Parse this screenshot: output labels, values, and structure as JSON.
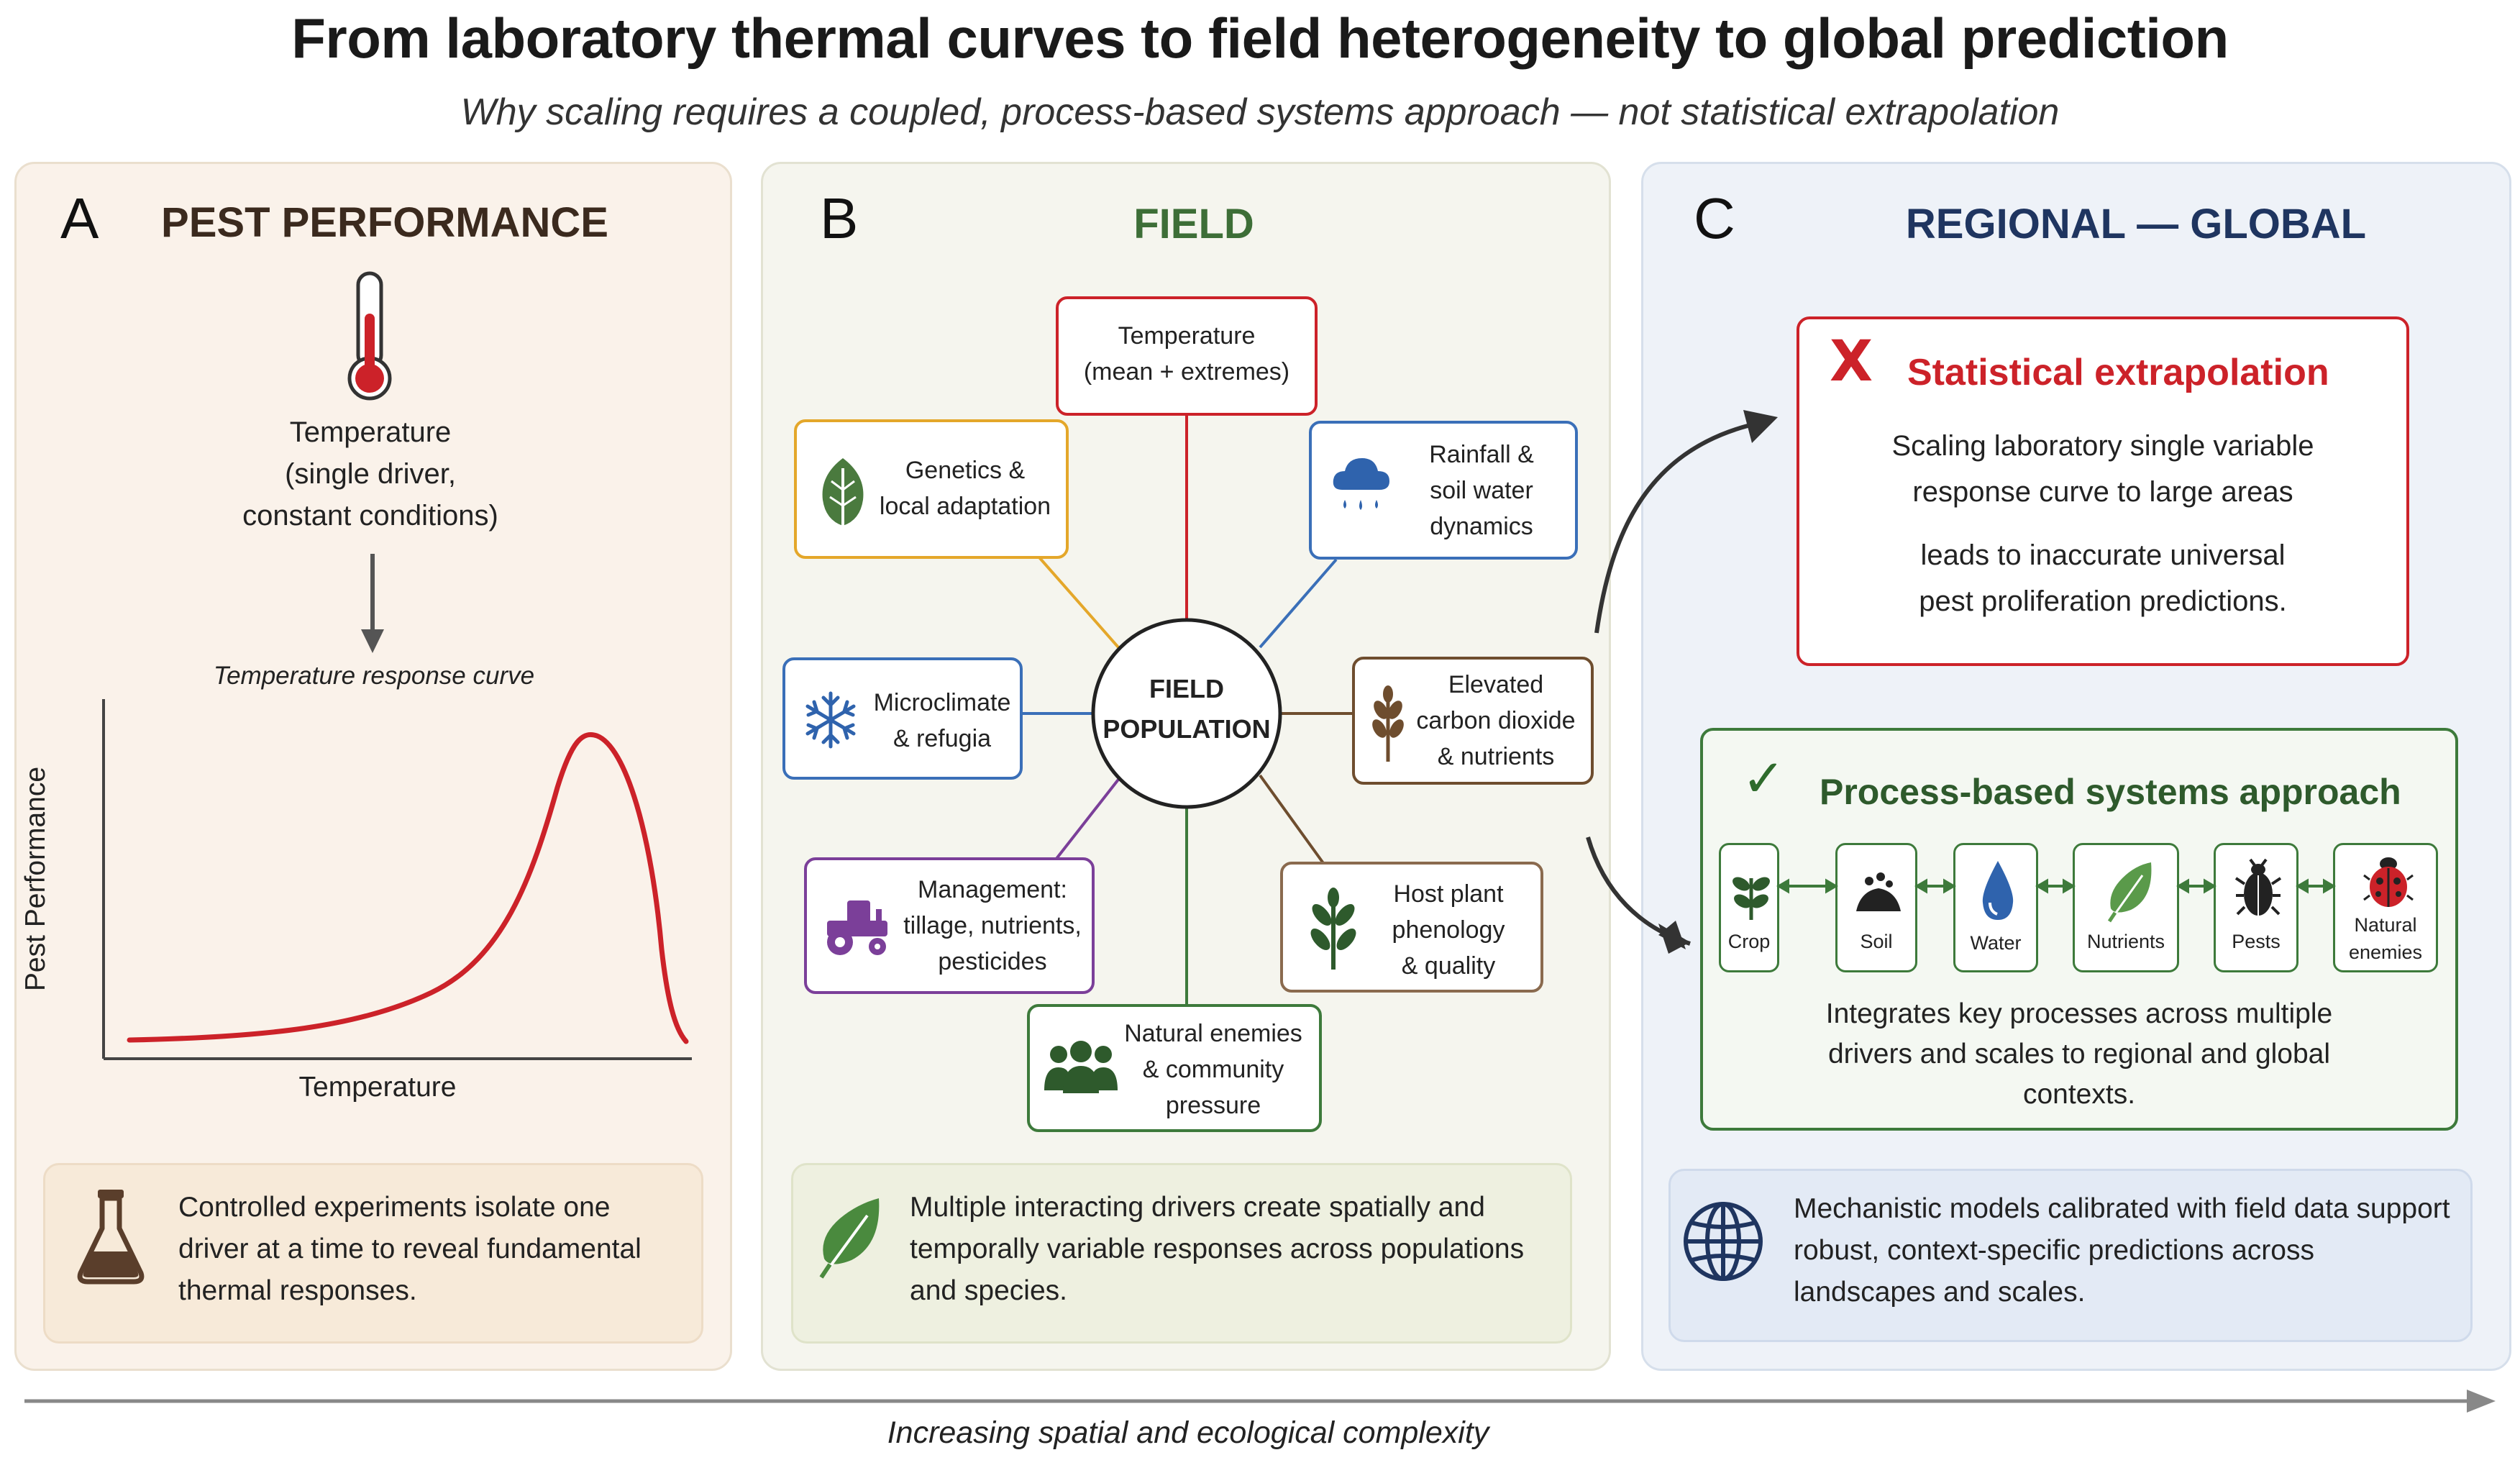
{
  "title": "From laboratory thermal curves to field heterogeneity to global prediction",
  "subtitle": "Why scaling requires a coupled, process-based systems approach — not statistical extrapolation",
  "panelA": {
    "letter": "A",
    "heading": "PEST PERFORMANCE",
    "driver_line1": "Temperature",
    "driver_line2": "(single driver,",
    "driver_line3": "constant conditions)",
    "curve_caption": "Temperature response curve",
    "ylabel": "Pest Performance",
    "xlabel": "Temperature",
    "note": "Controlled experiments isolate one driver at a time to reveal fundamental thermal responses."
  },
  "panelB": {
    "letter": "B",
    "heading": "FIELD",
    "center_line1": "FIELD",
    "center_line2": "POPULATION",
    "nodes": {
      "temperature": [
        "Temperature",
        "(mean + extremes)"
      ],
      "rainfall": [
        "Rainfall &",
        "soil water",
        "dynamics"
      ],
      "co2": [
        "Elevated",
        "carbon dioxide",
        "& nutrients"
      ],
      "hostplant": [
        "Host plant",
        "phenology",
        "& quality"
      ],
      "enemies": [
        "Natural enemies",
        "& community",
        "pressure"
      ],
      "management": [
        "Management:",
        "tillage, nutrients,",
        "pesticides"
      ],
      "microclimate": [
        "Microclimate",
        "& refugia"
      ],
      "genetics": [
        "Genetics &",
        "local adaptation"
      ]
    },
    "note": "Multiple interacting drivers create spatially and temporally variable responses across populations and species."
  },
  "panelC": {
    "letter": "C",
    "heading": "REGIONAL — GLOBAL",
    "bad_mark": "X",
    "bad_title": "Statistical extrapolation",
    "bad_line1": "Scaling laboratory single variable",
    "bad_line2": "response curve to large areas",
    "bad_line3": "leads to inaccurate universal",
    "bad_line4": "pest proliferation predictions.",
    "good_mark": "✓",
    "good_title": "Process-based systems approach",
    "components": [
      "Crop",
      "Soil",
      "Water",
      "Nutrients",
      "Pests",
      "Natural enemies"
    ],
    "good_line1": "Integrates key processes across multiple",
    "good_line2": "drivers and scales to regional and global",
    "good_line3": "contexts.",
    "note": "Mechanistic models calibrated with field data support robust, context-specific predictions across landscapes and scales."
  },
  "axis_caption": "Increasing spatial and ecological complexity",
  "colors": {
    "red": "#cc2229",
    "green": "#3d7a3b",
    "navy": "#1f3560",
    "brown": "#3b2a1e"
  }
}
